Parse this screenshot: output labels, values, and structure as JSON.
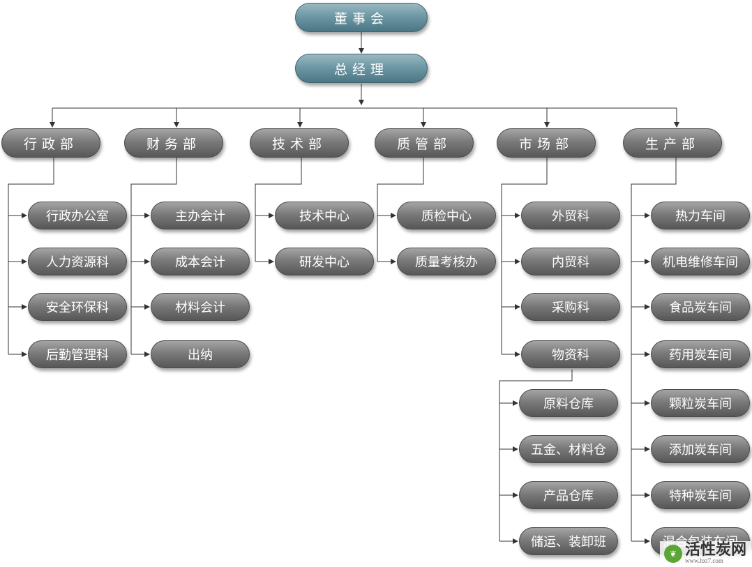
{
  "colors": {
    "exec_node": "#6e98a5",
    "dept_node": "#7a7a7a",
    "connector": "#333333",
    "node_text": "#ffffff"
  },
  "executive": {
    "board": "董事会",
    "general_manager": "总经理"
  },
  "departments": [
    {
      "name": "行政部",
      "units": [
        "行政办公室",
        "人力资源科",
        "安全环保科",
        "后勤管理科"
      ]
    },
    {
      "name": "财务部",
      "units": [
        "主办会计",
        "成本会计",
        "材料会计",
        "出纳"
      ]
    },
    {
      "name": "技术部",
      "units": [
        "技术中心",
        "研发中心"
      ]
    },
    {
      "name": "质管部",
      "units": [
        "质检中心",
        "质量考核办"
      ]
    },
    {
      "name": "市场部",
      "units": [
        "外贸科",
        "内贸科",
        "采购科",
        "物资科"
      ],
      "materials_subunits": [
        "原料仓库",
        "五金、材料仓",
        "产品仓库",
        "储运、装卸班"
      ]
    },
    {
      "name": "生产部",
      "units": [
        "热力车间",
        "机电维修车间",
        "食品炭车间",
        "药用炭车间",
        "颗粒炭车间",
        "添加炭车间",
        "特种炭车间",
        "混合包装车间"
      ]
    }
  ],
  "watermark": {
    "icon": "leaf-icon",
    "title": "活性炭网",
    "url": "www.hxt7.com"
  }
}
